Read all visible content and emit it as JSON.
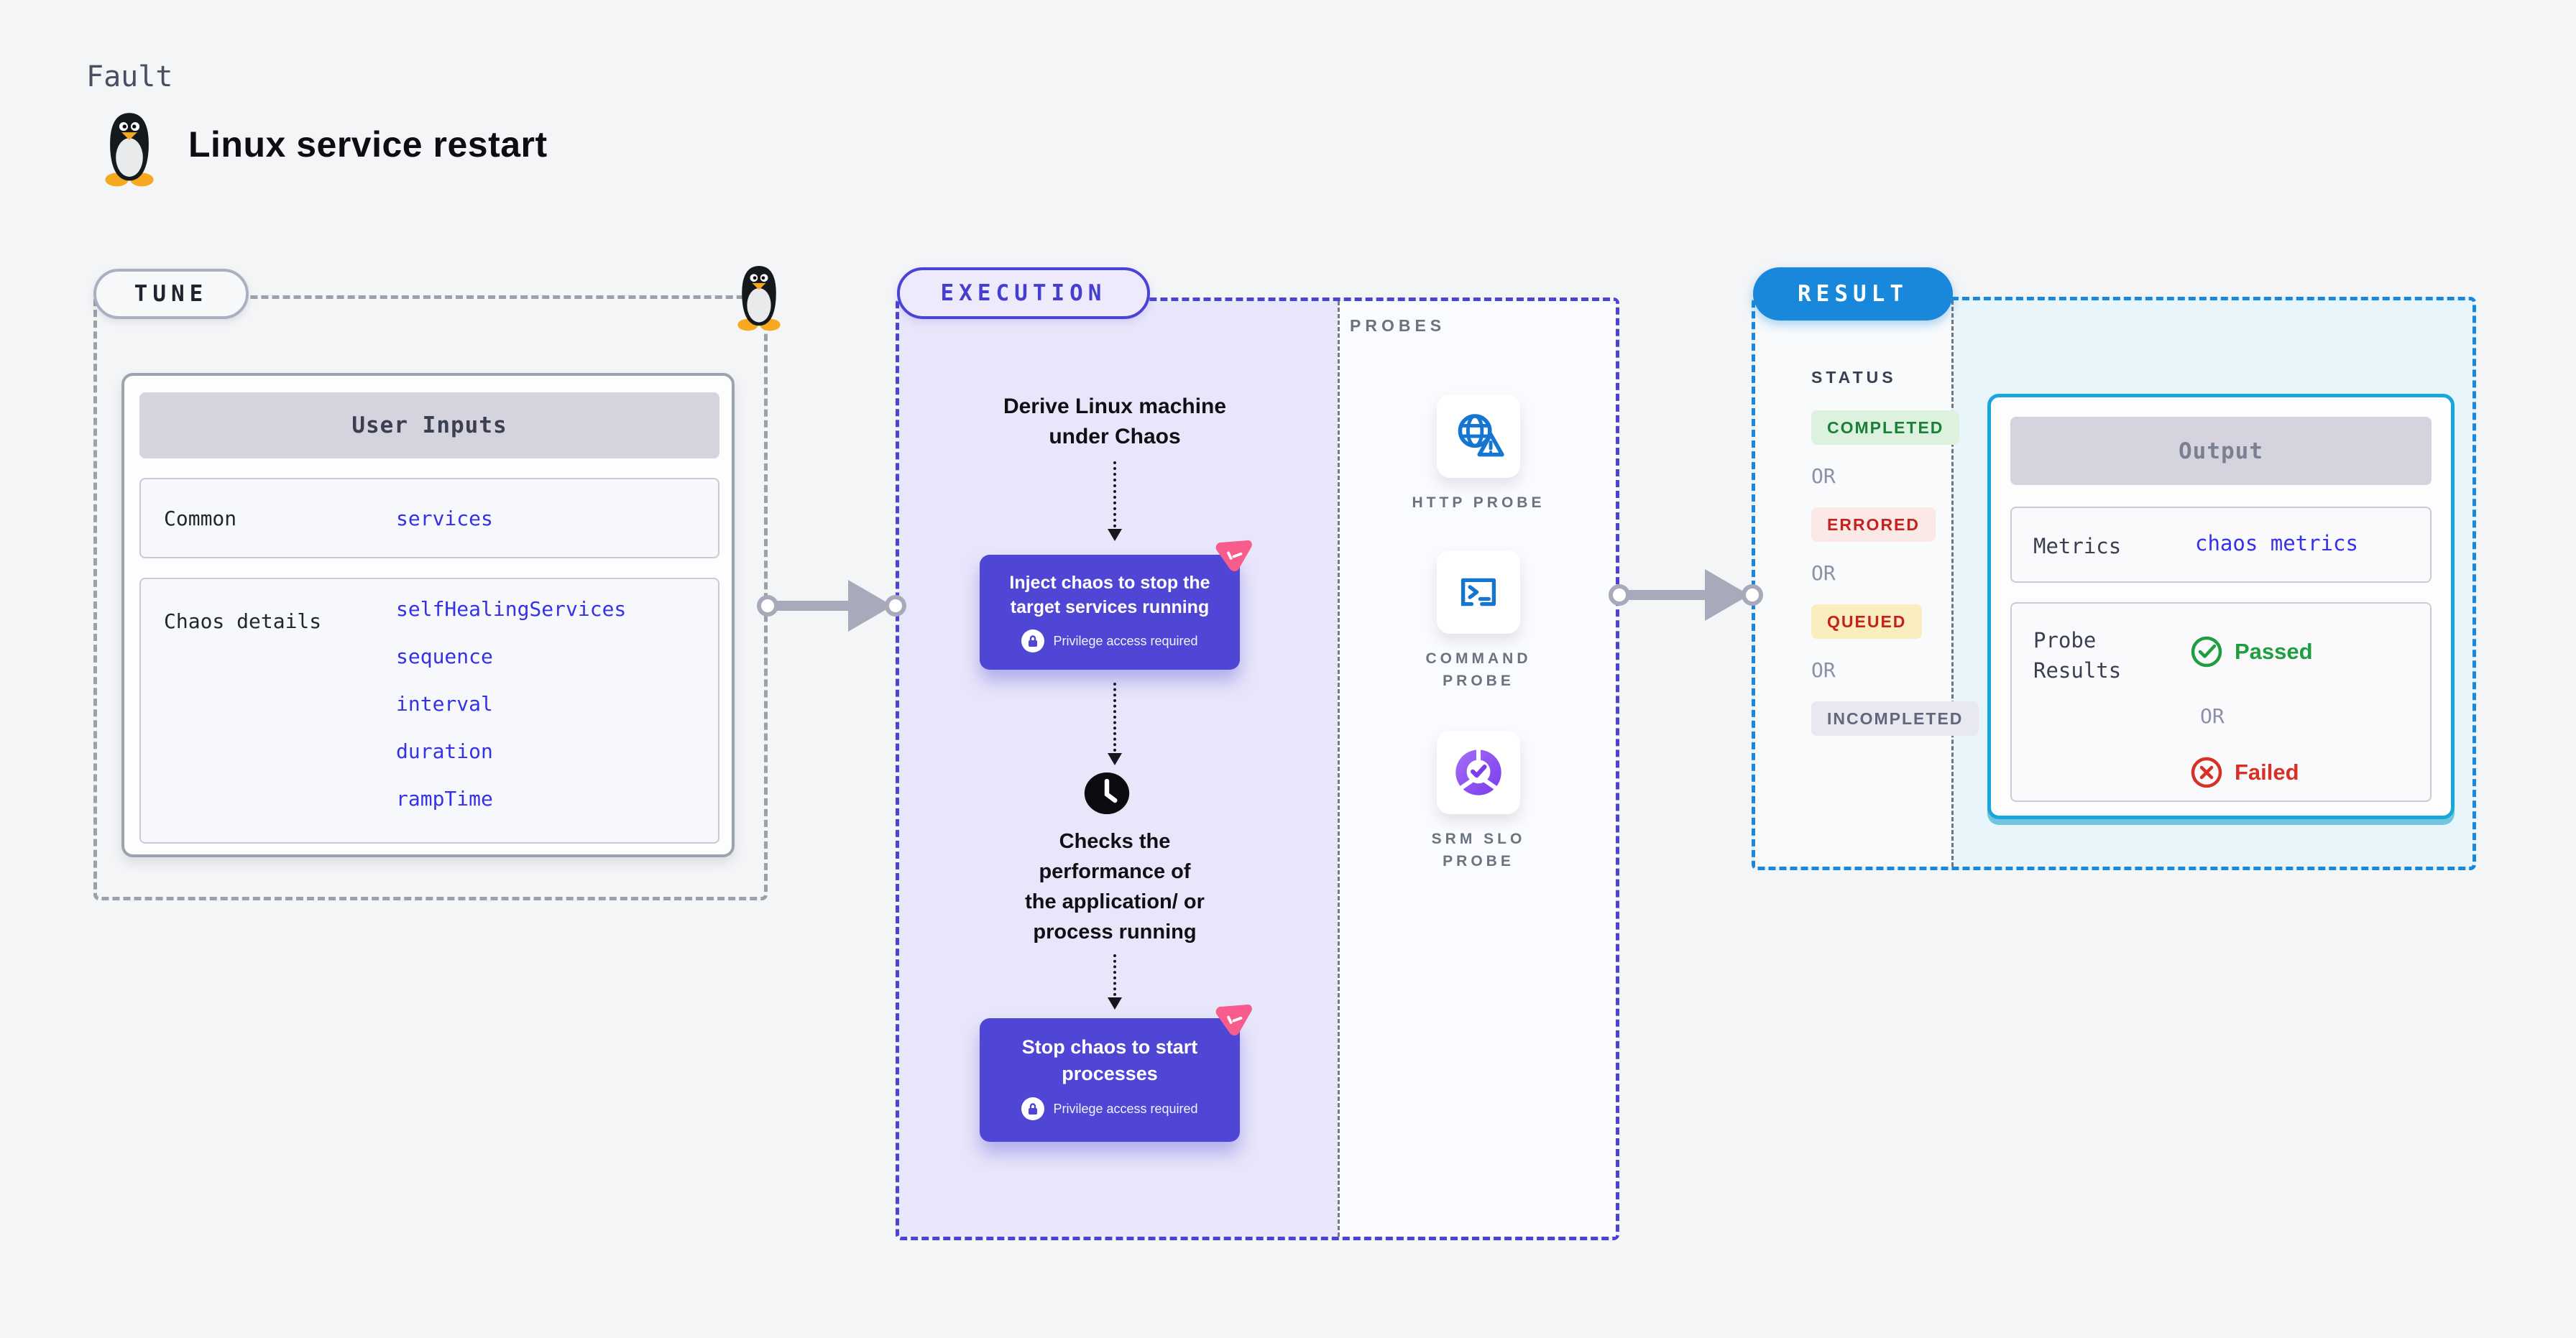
{
  "header": {
    "kicker": "Fault",
    "title": "Linux service restart"
  },
  "icons": {
    "header_icon": "tux-penguin-icon",
    "tune_corner_icon": "tux-penguin-icon",
    "card_lock": "lock-icon",
    "card_corner": "chaos-logo-icon",
    "wait_step": "clock-icon",
    "http_probe": "globe-warning-icon",
    "command_probe": "terminal-icon",
    "srm_probe": "pie-check-icon",
    "passed": "check-circle-icon",
    "failed": "x-circle-icon"
  },
  "colors": {
    "page_bg": "#F4F5F7",
    "tune_border": "#9AA0AC",
    "exec_border": "#4A44D6",
    "exec_bg": "#E8E6FA",
    "purple_card": "#4F46D6",
    "pink_logo": "#F85C8C",
    "result_border": "#1988DB",
    "result_bg": "#E8F6FB",
    "output_border": "#18A7DC",
    "value_blue": "#3431E6",
    "success_green": "#188038",
    "error_red": "#C5221F",
    "passed_green": "#1E9E3E",
    "failed_red": "#D93025",
    "probe_blue": "#1576D1",
    "srm_purple": "#7C3BED"
  },
  "tune": {
    "badge": "TUNE",
    "user_inputs": {
      "header": "User Inputs",
      "rows": [
        {
          "label": "Common",
          "values": [
            "services"
          ]
        },
        {
          "label": "Chaos details",
          "values": [
            "selfHealingServices",
            "sequence",
            "interval",
            "duration",
            "rampTime"
          ]
        }
      ]
    }
  },
  "execution": {
    "badge": "EXECUTION",
    "steps": [
      {
        "lines": [
          "Derive Linux machine",
          "under Chaos"
        ]
      },
      {
        "title_lines": [
          "Inject chaos to stop the",
          "target services running"
        ],
        "note": "Privilege access required"
      },
      {
        "lines": [
          "Checks the",
          "performance of",
          "the application/ or",
          "process running"
        ]
      },
      {
        "title_lines": [
          "Stop chaos to start",
          "processes"
        ],
        "note": "Privilege access required"
      }
    ]
  },
  "probes": {
    "title": "PROBES",
    "items": [
      {
        "icon": "globe-warning-icon",
        "label_lines": [
          "HTTP PROBE",
          ""
        ]
      },
      {
        "icon": "terminal-icon",
        "label_lines": [
          "COMMAND",
          "PROBE"
        ]
      },
      {
        "icon": "pie-check-icon",
        "label_lines": [
          "SRM SLO",
          "PROBE"
        ]
      }
    ]
  },
  "result": {
    "badge": "RESULT",
    "status": {
      "title": "STATUS",
      "or": "OR",
      "items": [
        {
          "label": "COMPLETED",
          "type": "success"
        },
        {
          "label": "ERRORED",
          "type": "error"
        },
        {
          "label": "QUEUED",
          "type": "warning"
        },
        {
          "label": "INCOMPLETED",
          "type": "neutral"
        }
      ]
    },
    "output": {
      "header": "Output",
      "metrics_label": "Metrics",
      "metrics_value": "chaos metrics",
      "probe_label_lines": [
        "Probe",
        "Results"
      ],
      "passed": "Passed",
      "or": "OR",
      "failed": "Failed"
    }
  }
}
